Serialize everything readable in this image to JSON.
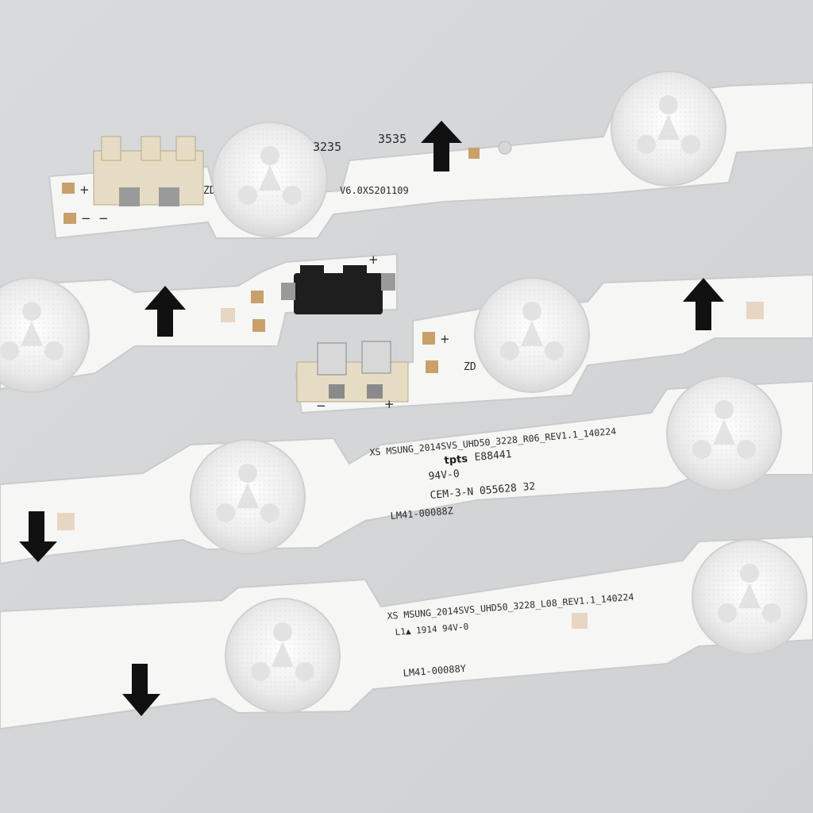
{
  "colors": {
    "background": "#d4d6d8",
    "board": "#f6f6f4",
    "board_edge": "#c9cbcc",
    "lens": "#eeeeee",
    "arrow": "#111111",
    "pad": "#c9a06a",
    "connector_white": "#e6dcc4",
    "connector_black": "#1e1e1e"
  },
  "icons": [
    "up-arrow-icon",
    "down-arrow-icon"
  ],
  "strip1": {
    "code_a": "3235",
    "code_b": "3535",
    "version": "V6.0XS201109",
    "zd_label": "ZD",
    "plus": "+",
    "minus": "−",
    "minus2": "−"
  },
  "strip2": {
    "plus": "+",
    "minus": "−",
    "plus_b": "+",
    "minus_b": "−",
    "plus_c": "+",
    "zd_label": "ZD"
  },
  "strip3": {
    "model": "XS MSUNG_2014SVS_UHD50_3228_R06_REV1.1_140224",
    "ul_mark": "tpts",
    "ul_code": "E88441",
    "rating": "94V-0",
    "material": "CEM-3-N  055628 32",
    "part_no": "LM41-00088Z"
  },
  "strip4": {
    "model": "XS MSUNG_2014SVS_UHD50_3228_L08_REV1.1_140224",
    "rating": "L1▲ 1914 94V-0",
    "part_no": "LM41-00088Y"
  }
}
